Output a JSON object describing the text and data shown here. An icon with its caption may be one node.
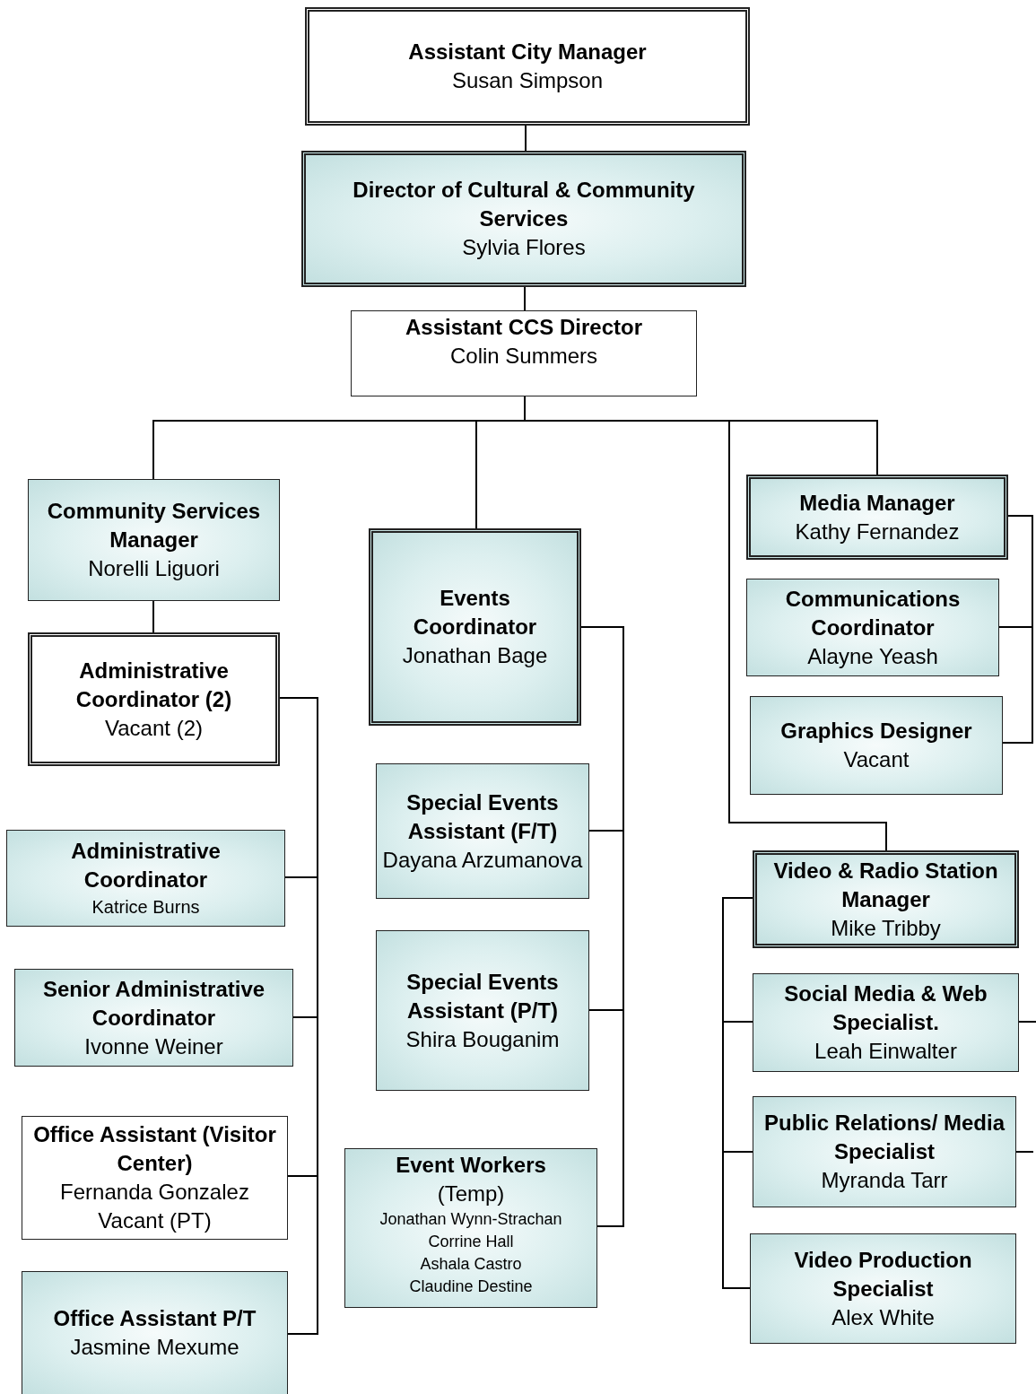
{
  "diagram": {
    "nodes": [
      {
        "text": [
          "Assistant City Manager",
          "Susan Simpson"
        ]
      },
      {
        "text": [
          "Director of Cultural & Community Services",
          "Sylvia Flores"
        ]
      },
      {
        "text": [
          "Assistant CCS Director",
          "Colin Summers"
        ]
      },
      {
        "text": [
          "Community Services Manager",
          "Norelli Liguori"
        ]
      },
      {
        "text": [
          "Administrative Coordinator (2)",
          "Vacant (2)"
        ]
      },
      {
        "text": [
          "Administrative Coordinator",
          "Katrice Burns"
        ]
      },
      {
        "text": [
          "Senior Administrative Coordinator",
          "Ivonne Weiner"
        ]
      },
      {
        "text": [
          "Office Assistant (Visitor Center)",
          "Fernanda Gonzalez",
          "Vacant (PT)"
        ]
      },
      {
        "text": [
          "Office Assistant P/T",
          "Jasmine Mexume"
        ]
      },
      {
        "text": [
          "Events Coordinator",
          "Jonathan Bage"
        ]
      },
      {
        "text": [
          "Special Events Assistant (F/T)",
          "Dayana Arzumanova"
        ]
      },
      {
        "text": [
          "Special Events Assistant (P/T)",
          "Shira Bouganim"
        ]
      },
      {
        "text": [
          "Event Workers",
          "(Temp)",
          "Jonathan Wynn-Strachan",
          "Corrine Hall",
          "Ashala Castro",
          "Claudine Destine"
        ]
      },
      {
        "text": [
          "Media Manager",
          "Kathy Fernandez"
        ]
      },
      {
        "text": [
          "Communications Coordinator",
          "Alayne Yeash"
        ]
      },
      {
        "text": [
          "Graphics Designer",
          "Vacant"
        ]
      },
      {
        "text": [
          "Video & Radio Station Manager",
          "Mike Tribby"
        ]
      },
      {
        "text": [
          "Social Media & Web Specialist.",
          "Leah Einwalter"
        ]
      },
      {
        "text": [
          "Public Relations/ Media Specialist",
          "Myranda Tarr"
        ]
      },
      {
        "text": [
          "Video Production Specialist",
          "Alex White"
        ]
      }
    ],
    "edges": [
      {
        "from": 0,
        "to": 1,
        "arrow": "none"
      },
      {
        "from": 1,
        "to": 2,
        "arrow": "none"
      },
      {
        "from": 2,
        "to": 3,
        "arrow": "none"
      },
      {
        "from": 2,
        "to": 9,
        "arrow": "none"
      },
      {
        "from": 2,
        "to": 13,
        "arrow": "none"
      },
      {
        "from": 2,
        "to": 16,
        "arrow": "none"
      },
      {
        "from": 3,
        "to": 4,
        "arrow": "none"
      },
      {
        "from": 4,
        "to": 5,
        "arrow": "none"
      },
      {
        "from": 4,
        "to": 6,
        "arrow": "none"
      },
      {
        "from": 4,
        "to": 7,
        "arrow": "none"
      },
      {
        "from": 4,
        "to": 8,
        "arrow": "none"
      },
      {
        "from": 9,
        "to": 10,
        "arrow": "none"
      },
      {
        "from": 9,
        "to": 11,
        "arrow": "none"
      },
      {
        "from": 9,
        "to": 12,
        "arrow": "none"
      },
      {
        "from": 13,
        "to": 14,
        "arrow": "none"
      },
      {
        "from": 13,
        "to": 15,
        "arrow": "none"
      },
      {
        "from": 16,
        "to": 17,
        "arrow": "none"
      },
      {
        "from": 16,
        "to": 18,
        "arrow": "none"
      },
      {
        "from": 16,
        "to": 19,
        "arrow": "none"
      },
      {
        "from": 17,
        "to": null,
        "arrow": "none"
      },
      {
        "from": 18,
        "to": null,
        "arrow": "none"
      }
    ]
  }
}
